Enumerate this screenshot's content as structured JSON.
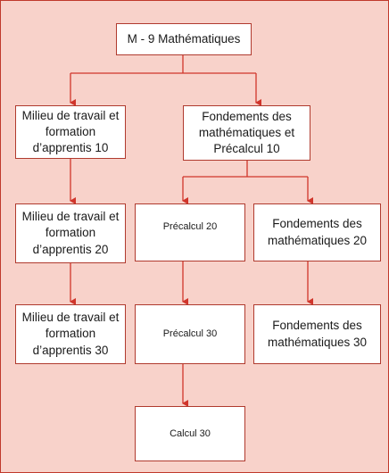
{
  "colors": {
    "background": "#f8d2ca",
    "box_border": "#b03a2e",
    "connector": "#d0352b"
  },
  "nodes": {
    "root": "M - 9 Mathématiques",
    "workplace_10": "Milieu de travail et formation d’apprentis 10",
    "foundations_precalc_10": "Fondements des mathématiques et Précalcul 10",
    "workplace_20": "Milieu de travail et formation d’apprentis 20",
    "precalc_20": "Précalcul 20",
    "foundations_20": "Fondements des mathématiques 20",
    "workplace_30": "Milieu de travail et formation d’apprentis 30",
    "precalc_30": "Précalcul 30",
    "foundations_30": "Fondements des mathématiques 30",
    "calculus_30": "Calcul 30"
  }
}
